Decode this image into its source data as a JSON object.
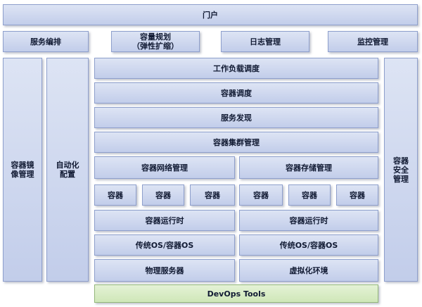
{
  "portal": "门户",
  "top_row": [
    "服务编排",
    "容量规划\n（弹性扩缩）",
    "日志管理",
    "监控管理"
  ],
  "left": {
    "image_mgmt": "容器镜\n像管理",
    "automation": "自动化\n配置"
  },
  "right": {
    "security": "容器\n安全\n管理"
  },
  "center": {
    "workload_scheduling": "工作负载调度",
    "container_scheduling": "容器调度",
    "service_discovery": "服务发现",
    "cluster_mgmt": "容器集群管理",
    "network_mgmt": "容器网络管理",
    "storage_mgmt": "容器存储管理",
    "container": "容器",
    "runtime": "容器运行时",
    "os": "传统OS/容器OS",
    "physical": "物理服务器",
    "virtual": "虚拟化环境"
  },
  "bottom": "DevOps Tools"
}
